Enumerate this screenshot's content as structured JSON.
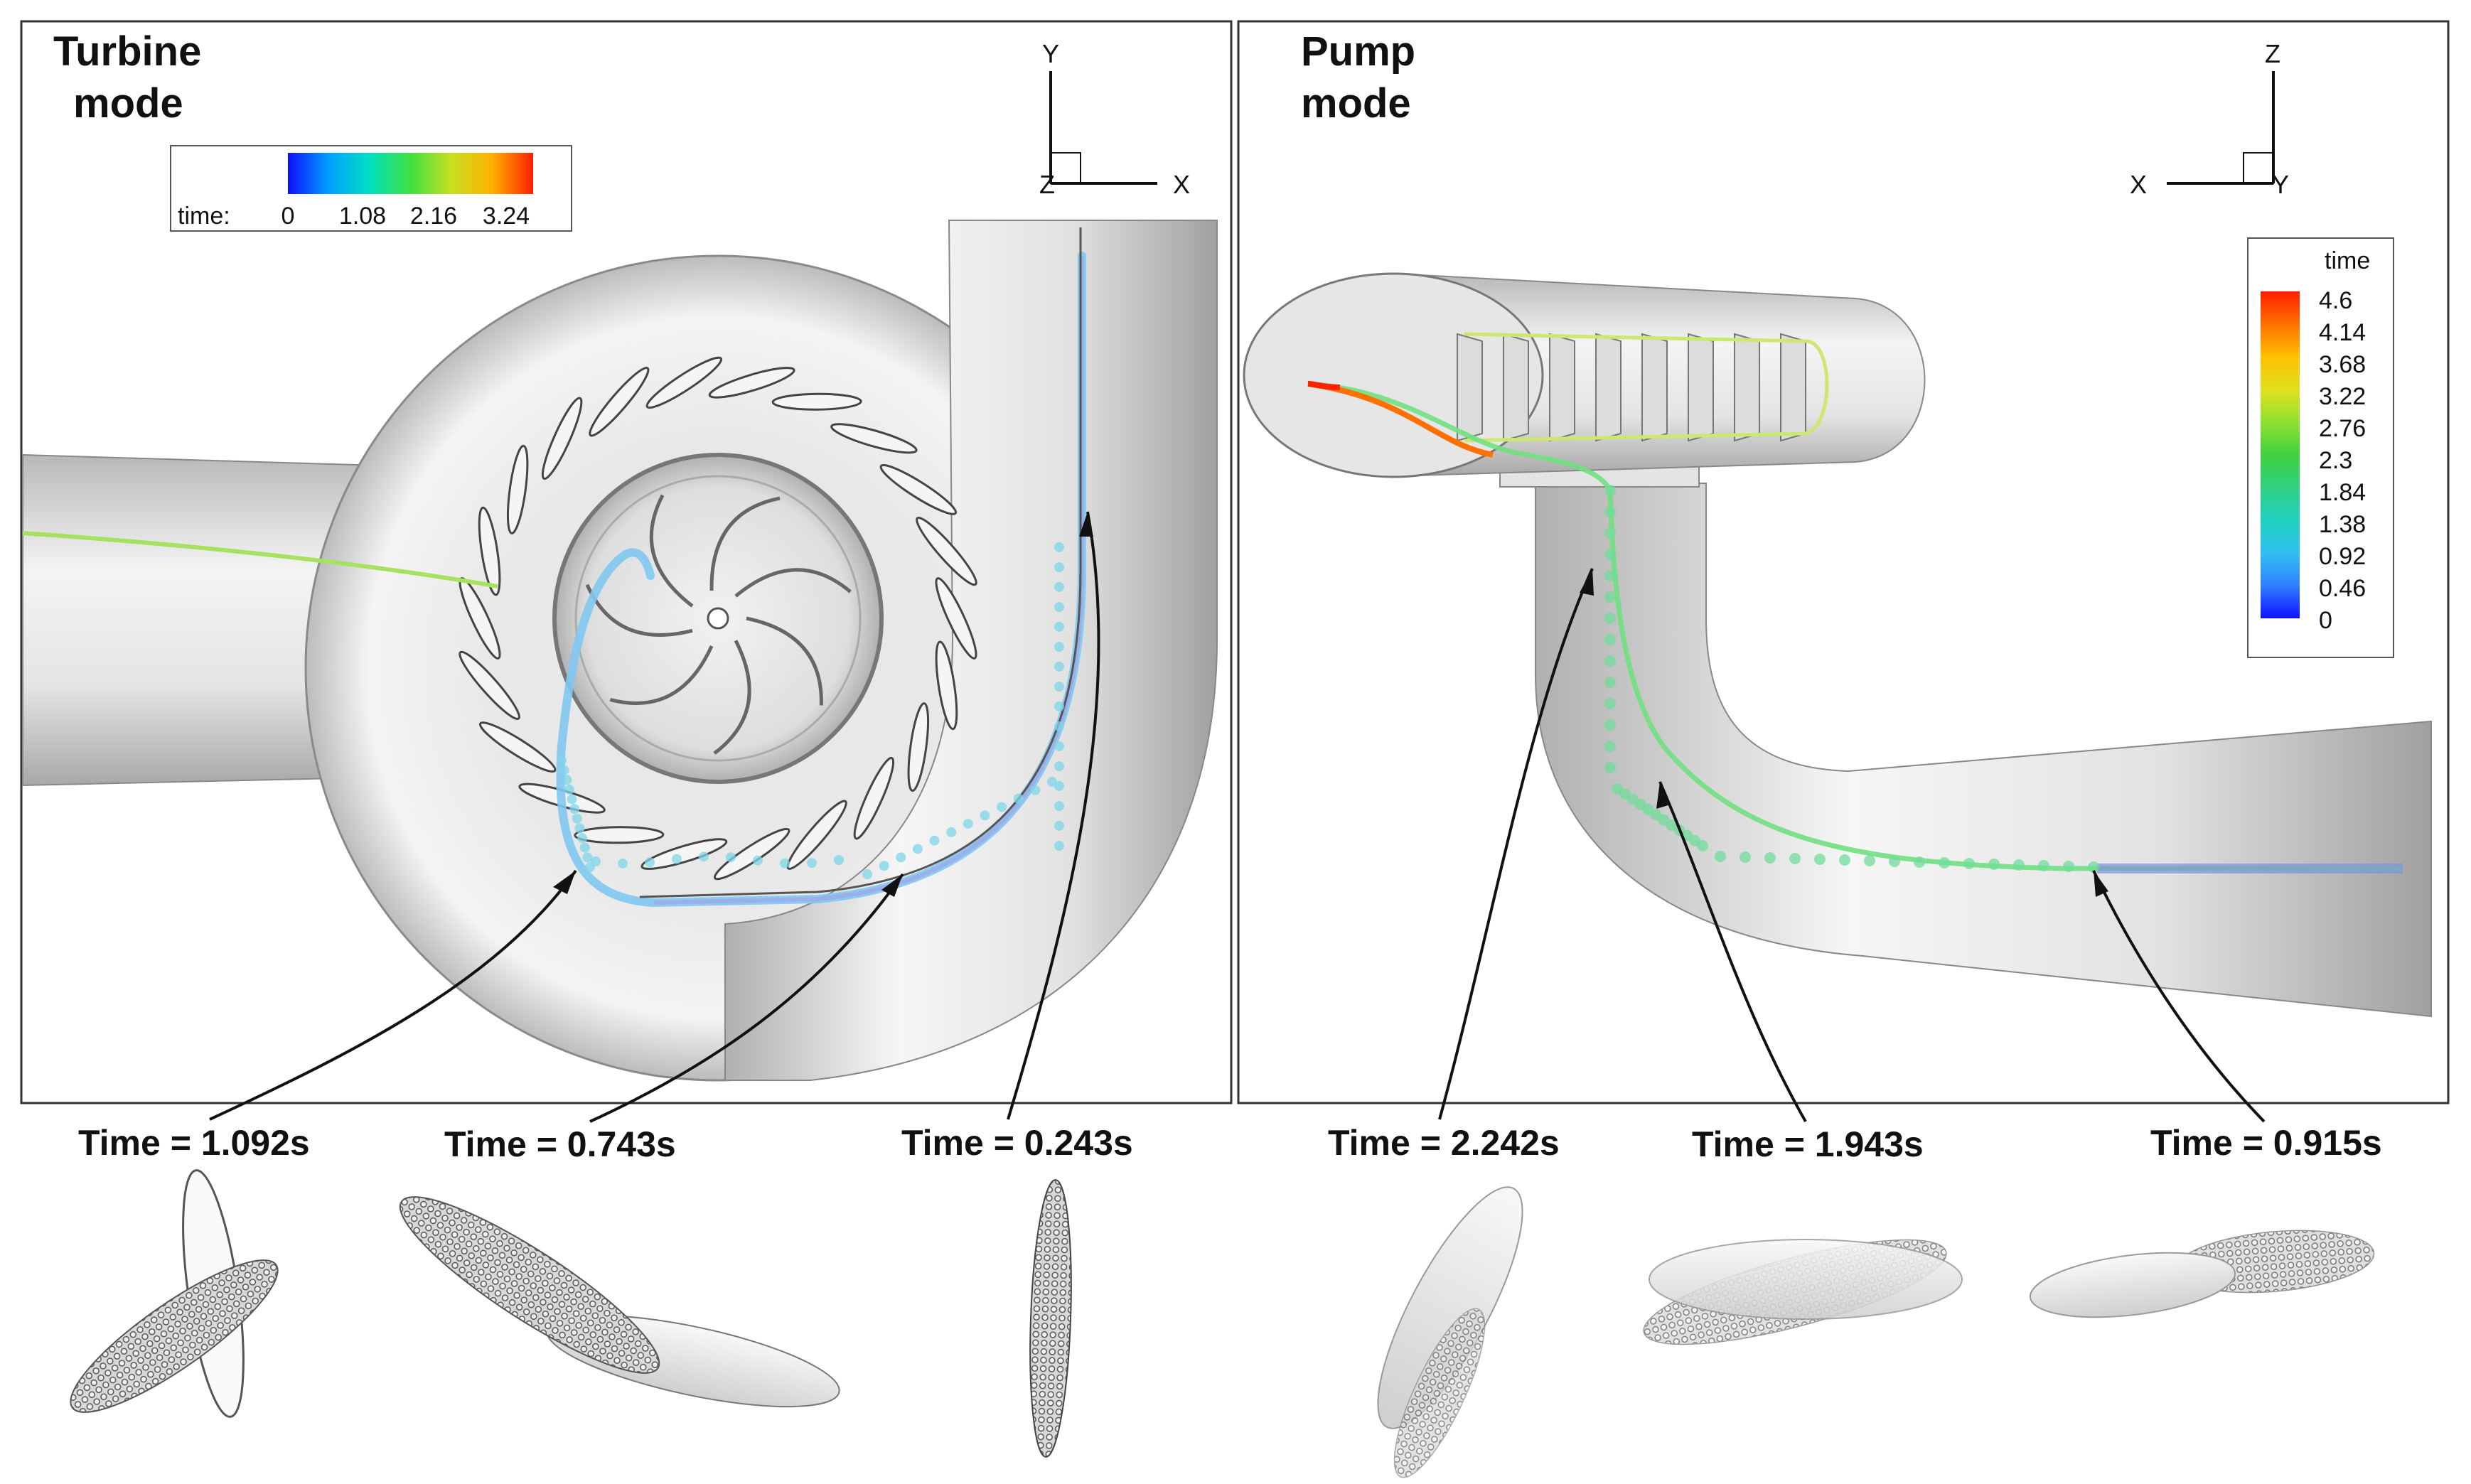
{
  "left_panel": {
    "title_line1": "Turbine",
    "title_line2": "mode",
    "axis": {
      "vertical": "Y",
      "horizontal": "X",
      "out_of_plane": "Z"
    },
    "legend": {
      "title": "time:",
      "ticks": [
        "0",
        "1.08",
        "2.16",
        "3.24"
      ],
      "colors": [
        "#1010ff",
        "#00a0ff",
        "#00e0c0",
        "#40e040",
        "#c8e020",
        "#ffb000",
        "#ff2000"
      ]
    },
    "time_labels": [
      "Time = 1.092s",
      "Time = 0.743s",
      "Time = 0.243s"
    ]
  },
  "right_panel": {
    "title_line1": "Pump",
    "title_line2": "mode",
    "axis": {
      "vertical": "Z",
      "horizontal": "X",
      "out_of_plane": "Y"
    },
    "legend": {
      "title": "time",
      "ticks": [
        "4.6",
        "4.14",
        "3.68",
        "3.22",
        "2.76",
        "2.3",
        "1.84",
        "1.38",
        "0.92",
        "0.46",
        "0"
      ],
      "colors": [
        "#ff2000",
        "#ff7000",
        "#ffc000",
        "#e0e020",
        "#90e030",
        "#40d040",
        "#30d080",
        "#20d0c0",
        "#30c0f0",
        "#3080ff",
        "#1010ff"
      ]
    },
    "time_labels": [
      "Time = 2.242s",
      "Time = 1.943s",
      "Time = 0.915s"
    ]
  }
}
